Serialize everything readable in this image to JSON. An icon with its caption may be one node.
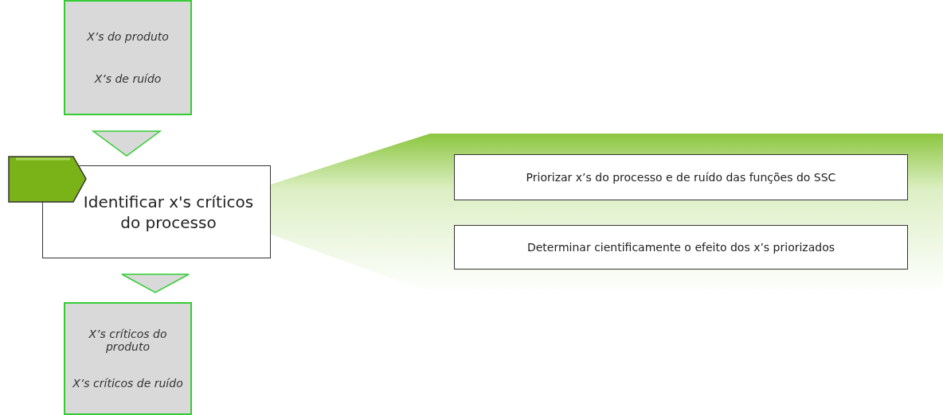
{
  "diagram": {
    "nodes": [
      {
        "text": [
          "X’s do produto",
          "X’s de ruído"
        ]
      },
      {
        "text": [
          "Identificar x's críticos do processo"
        ]
      },
      {
        "text": [
          "X’s críticos do produto",
          "X’s críticos de ruído"
        ]
      },
      {
        "text": [],
        "shape": "band"
      },
      {
        "text": [
          "Priorizar x’s do processo e de ruído das funções do SSC"
        ],
        "in": 3
      },
      {
        "text": [
          "Determinar cientificamente o efeito dos x’s priorizados"
        ],
        "in": 3
      }
    ],
    "edges": [
      {
        "from": 0,
        "to": 1,
        "arrow": "to"
      },
      {
        "from": 1,
        "to": 2,
        "arrow": "to"
      }
    ]
  }
}
